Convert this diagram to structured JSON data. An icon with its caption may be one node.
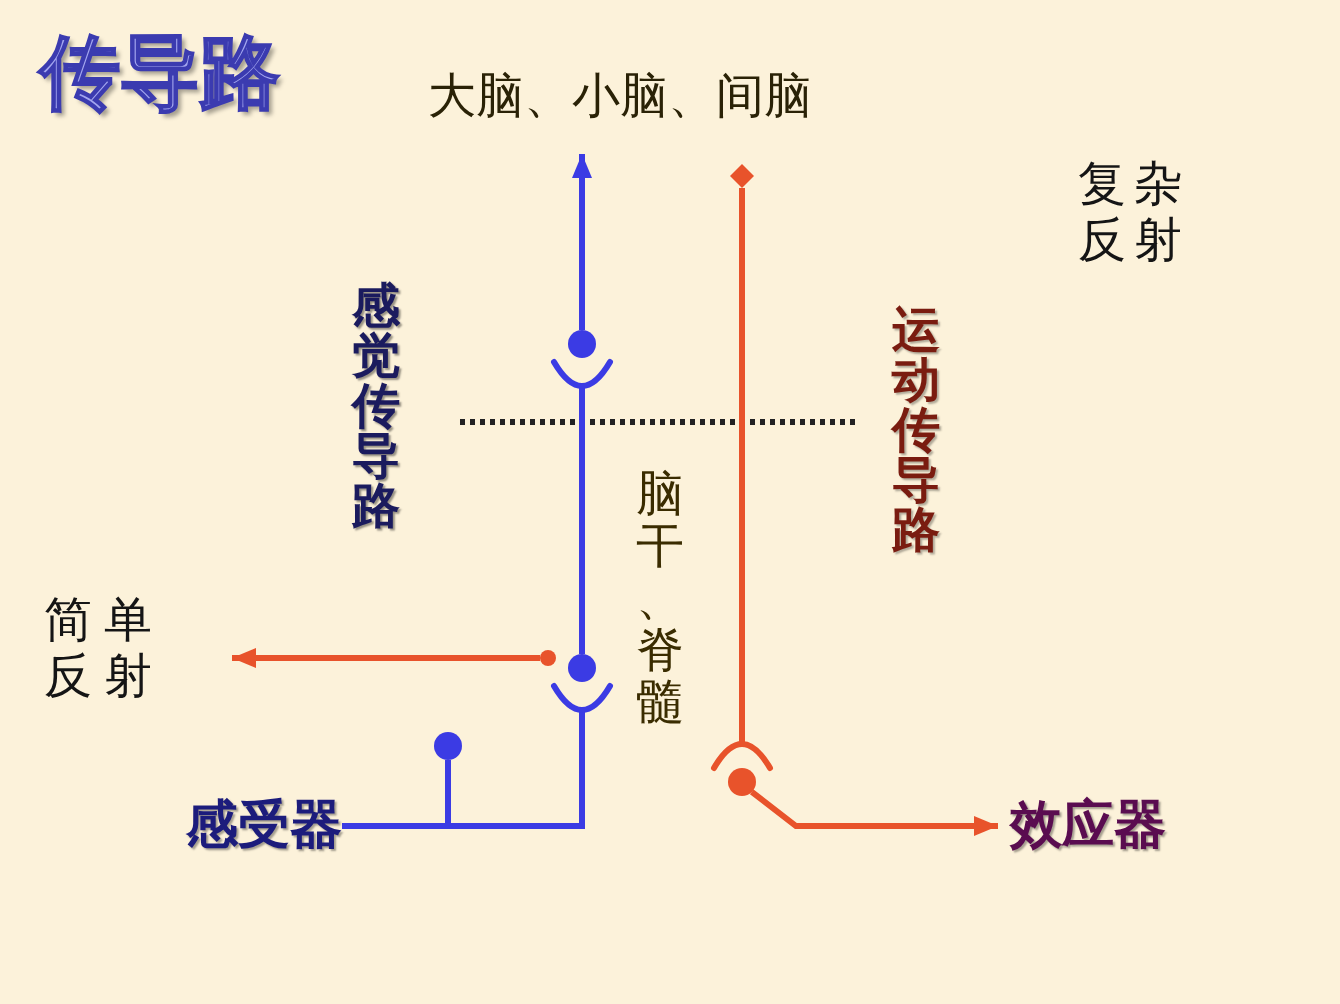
{
  "diagram": {
    "title": "传导路",
    "nodes": [
      {
        "text": [
          "大脑、小脑、间脑"
        ]
      },
      {
        "text": [],
        "shape": "diamond"
      },
      {
        "text": [],
        "shape": "circle"
      },
      {
        "text": [
          "简单反射"
        ]
      },
      {
        "text": [],
        "shape": "circle"
      },
      {
        "text": [],
        "shape": "circle"
      },
      {
        "text": [],
        "shape": "circle"
      },
      {
        "text": [],
        "shape": "circle"
      },
      {
        "text": [
          "感受器"
        ]
      },
      {
        "text": [
          "效应器"
        ]
      }
    ],
    "edges": [
      {
        "from": 8,
        "to": 6,
        "arrow": "none"
      },
      {
        "from": 6,
        "to": 5,
        "arrow": "other"
      },
      {
        "from": 5,
        "to": 2,
        "arrow": "other"
      },
      {
        "from": 2,
        "to": 0,
        "arrow": "to"
      },
      {
        "from": 4,
        "to": 3,
        "arrow": "to",
        "color": "#e8532b"
      },
      {
        "from": 1,
        "to": 7,
        "arrow": "other",
        "color": "#e8532b"
      },
      {
        "from": 7,
        "to": 9,
        "arrow": "to",
        "color": "#e8532b"
      }
    ],
    "labels": [
      "复杂反射",
      "感觉传导路",
      "运动传导路",
      "脑干、脊髓"
    ]
  }
}
